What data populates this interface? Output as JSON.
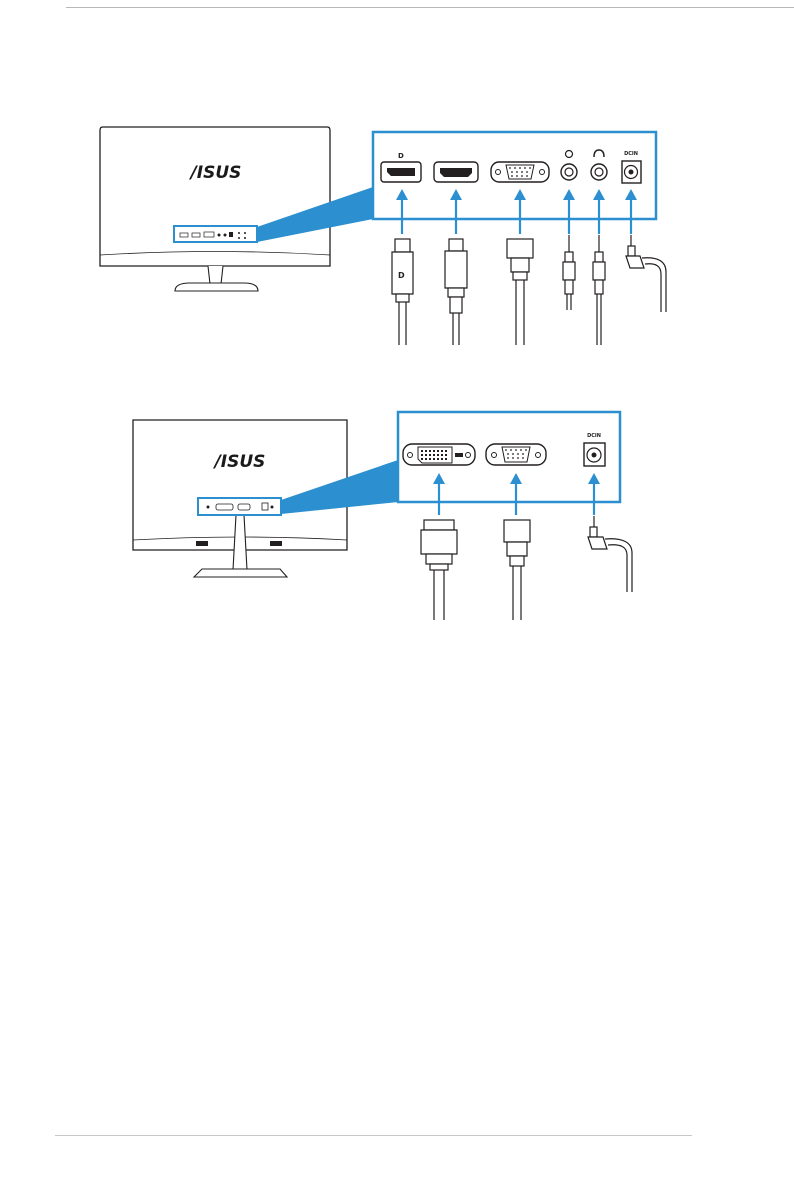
{
  "brand": "/ISUS",
  "connector_symbols": {
    "displayport": "D",
    "dcin": "DCIN"
  },
  "colors": {
    "accent": "#2b8fd0",
    "ink": "#231f20"
  }
}
